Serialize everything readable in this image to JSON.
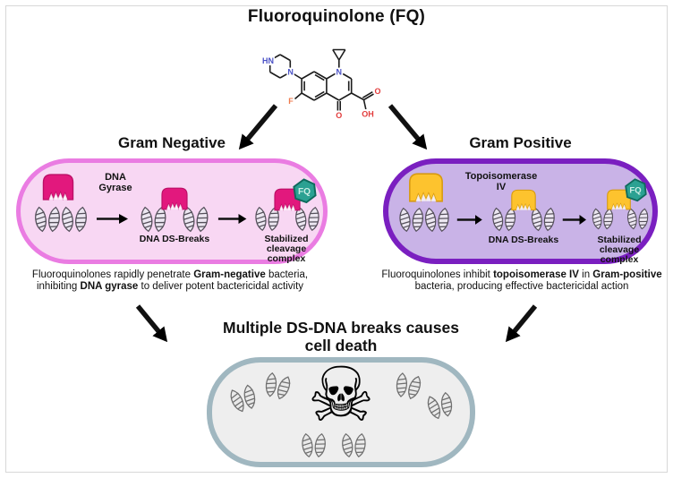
{
  "title": "Fluoroquinolone (FQ)",
  "fq_label": "FQ",
  "molecule": {
    "atom_labels": {
      "hn": "HN",
      "n_piperazine": "N",
      "n_quinolone": "N",
      "f": "F",
      "o_ketone": "O",
      "o_carboxyl": "O",
      "oh": "OH"
    }
  },
  "gram_negative": {
    "heading": "Gram Negative",
    "enzyme_label": "DNA\nGyrase",
    "ds_breaks_label": "DNA DS-Breaks",
    "complex_label": "Stabilized\ncleavage\ncomplex",
    "caption_parts": [
      "Fluoroquinolones rapidly penetrate ",
      "Gram-negative",
      " bacteria, inhibiting ",
      "DNA gyrase",
      " to deliver potent bactericidal activity"
    ]
  },
  "gram_positive": {
    "heading": "Gram Positive",
    "enzyme_label": "Topoisomerase\nIV",
    "ds_breaks_label": "DNA DS-Breaks",
    "complex_label": "Stabilized\ncleavage\ncomplex",
    "caption_parts": [
      "Fluoroquinolones inhibit ",
      "topoisomerase IV",
      " in ",
      "Gram-positive",
      " bacteria, producing effective bactericidal action"
    ]
  },
  "outcome": {
    "heading": "Multiple DS-DNA breaks causes\ncell death"
  },
  "icons": {
    "skull_and_crossbones": "☠"
  },
  "colors": {
    "gram_negative_border": "#ea7ce2",
    "gram_negative_fill": "#f8d7f3",
    "dna_gyrase_enzyme": "#e2187d",
    "gram_positive_border": "#7a1fc0",
    "gram_positive_fill": "#c9b3e7",
    "topoisomerase_enzyme": "#fdc32e",
    "fq_badge": "#2ba192",
    "death_capsule_border": "#a0b7c0",
    "death_capsule_fill": "#eeeeee",
    "arrow": "#111111"
  }
}
